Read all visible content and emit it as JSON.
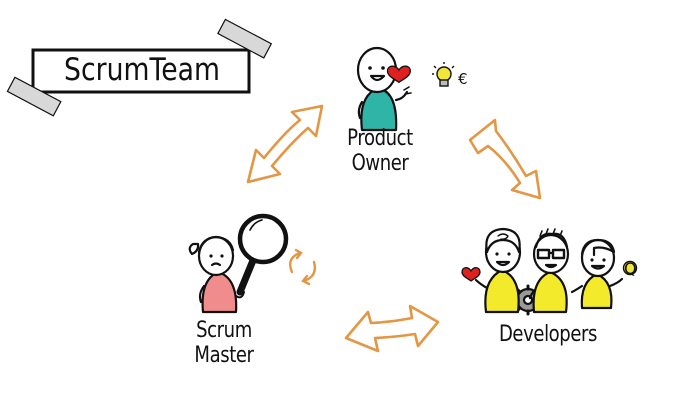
{
  "title": "ScrumTeam",
  "roles": {
    "product_owner": {
      "line1": "Product",
      "line2": "Owner"
    },
    "scrum_master": {
      "line1": "Scrum",
      "line2": "Master"
    },
    "developers": {
      "label": "Developers"
    }
  },
  "product_owner_icons": {
    "currency_symbol": "€"
  },
  "developer_icons": {
    "quality_letter": "Q"
  },
  "colors": {
    "arrow": "#E39745",
    "product_owner_body": "#2FB4A8",
    "scrum_master_body": "#F08C8C",
    "developers_body": "#F2EA2A",
    "heart": "#E0201E",
    "bulb": "#F2E63A",
    "tape": "#D8D8D8"
  }
}
